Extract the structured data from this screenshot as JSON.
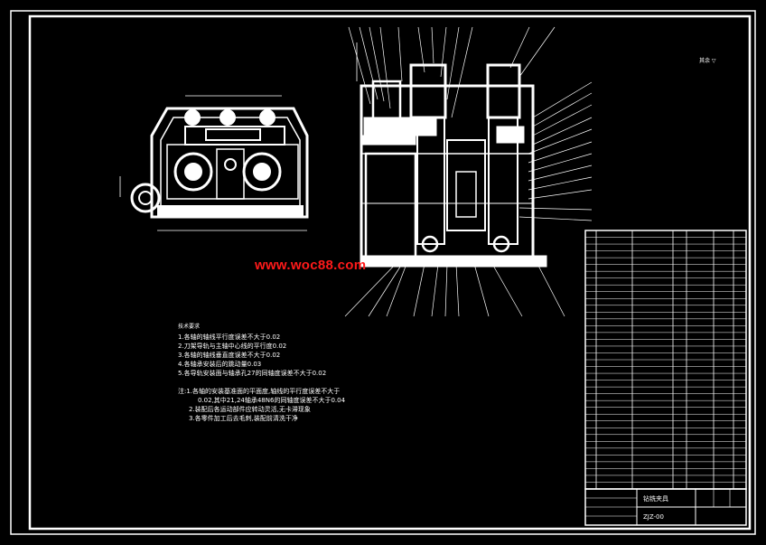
{
  "watermark": "www.woc88.com",
  "corner_note": "其余 ▽",
  "tech_requirements": {
    "title": "技术要求",
    "items": [
      "1.各轴的轴线平行度误差不大于0.02",
      "2.刀架导轨与主轴中心线的平行度0.02",
      "3.各轴的轴线垂直度误差不大于0.02",
      "4.各轴承安装后的跳动量0.03",
      "5.各导轨安装面与轴承孔27的同轴度误差不大于0.02"
    ],
    "notes": [
      "注:1.各轴的安装基准面的平面度,轴线的平行度误差不大于",
      "0.02,其中21,24轴承48N6的同轴度误差不大于0.04",
      "2.装配后各运动部件应转动灵活,无卡滞现象",
      "3.各零件加工后去毛刺,装配前清洗干净"
    ]
  },
  "title_block": {
    "name": "钻铣夹具",
    "drawing_no": "ZJZ-00"
  },
  "colors": {
    "background": "#000000",
    "lines": "#ffffff",
    "watermark": "#ff1a1a"
  }
}
